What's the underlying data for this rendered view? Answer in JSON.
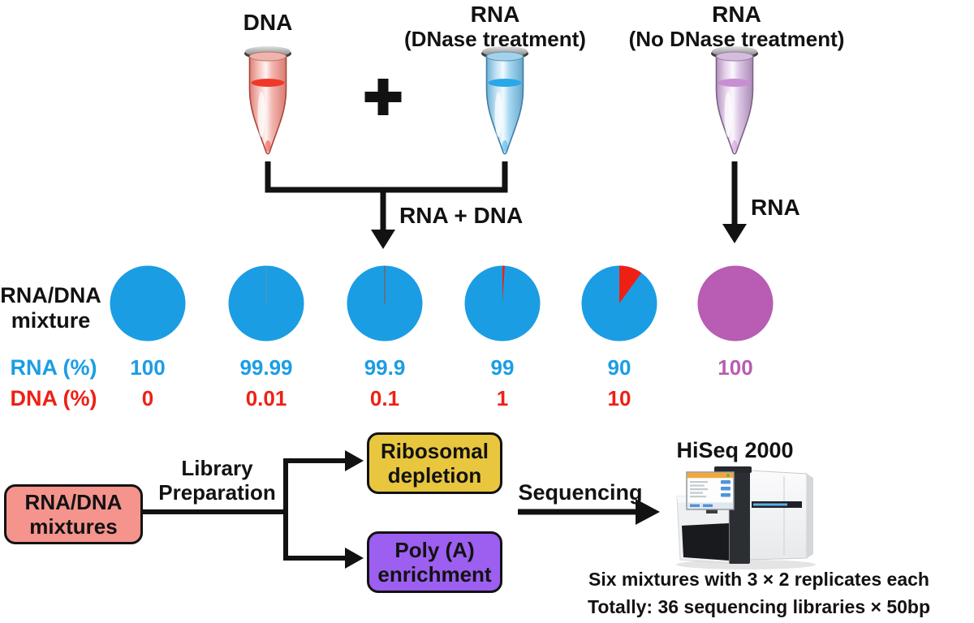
{
  "palette": {
    "rna_blue": "#1B9DE4",
    "dna_red": "#EE2015",
    "rna_purple": "#B85CB4",
    "mixtures_box_fill": "#F5938D",
    "ribosomal_box_fill": "#E8C73E",
    "polya_box_fill": "#9C5FF0",
    "tube_dna_liquid": "#F0382A",
    "tube_rna_liquid": "#29A7E8",
    "tube_norna_liquid": "#C88ED2"
  },
  "top": {
    "dna_tube_label": "DNA",
    "rna_dnase_label_line1": "RNA",
    "rna_dnase_label_line2": "(DNase treatment)",
    "rna_nodnase_label_line1": "RNA",
    "rna_nodnase_label_line2": "(No DNase treatment)",
    "merge_arrow_label": "RNA + DNA",
    "rna_arrow_label": "RNA"
  },
  "mixture_row": {
    "row_title_line1": "RNA/DNA",
    "row_title_line2": "mixture",
    "rna_row_label": "RNA (%)",
    "dna_row_label": "DNA (%)",
    "pies": [
      {
        "rna": "100",
        "dna": "0"
      },
      {
        "rna": "99.99",
        "dna": "0.01"
      },
      {
        "rna": "99.9",
        "dna": "0.1"
      },
      {
        "rna": "99",
        "dna": "1"
      },
      {
        "rna": "90",
        "dna": "10"
      },
      {
        "rna": "100",
        "dna": ""
      }
    ]
  },
  "workflow": {
    "mixtures_box_line1": "RNA/DNA",
    "mixtures_box_line2": "mixtures",
    "library_prep_line1": "Library",
    "library_prep_line2": "Preparation",
    "ribosomal_line1": "Ribosomal",
    "ribosomal_line2": "depletion",
    "polya_line1": "Poly (A)",
    "polya_line2": "enrichment",
    "sequencing_label": "Sequencing",
    "sequencer_name": "HiSeq 2000",
    "summary_line1": "Six mixtures with 3 × 2 replicates each",
    "summary_line2": "Totally: 36 sequencing libraries × 50bp"
  }
}
